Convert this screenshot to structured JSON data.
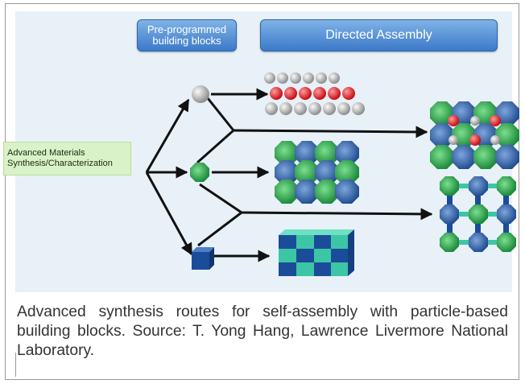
{
  "header": {
    "building_blocks": "Pre-programmed building blocks",
    "directed_assembly": "Directed Assembly"
  },
  "source": {
    "line1": "Advanced Materials",
    "line2": "Synthesis/Characterization"
  },
  "caption": "Advanced synthesis routes for self-assembly with particle-based building blocks. Source: T. Yong Hang, Lawrence Livermore National Laboratory.",
  "colors": {
    "panel_bg": "#e8f1f7",
    "header_blue": "#3c79c9",
    "source_green": "#d9f2c7",
    "green_particle": "#2e9e4a",
    "blue_particle": "#2f5fa3",
    "red_particle": "#e0262b",
    "teal_block": "#3cc6a6",
    "navy_block": "#1b4c9a"
  }
}
